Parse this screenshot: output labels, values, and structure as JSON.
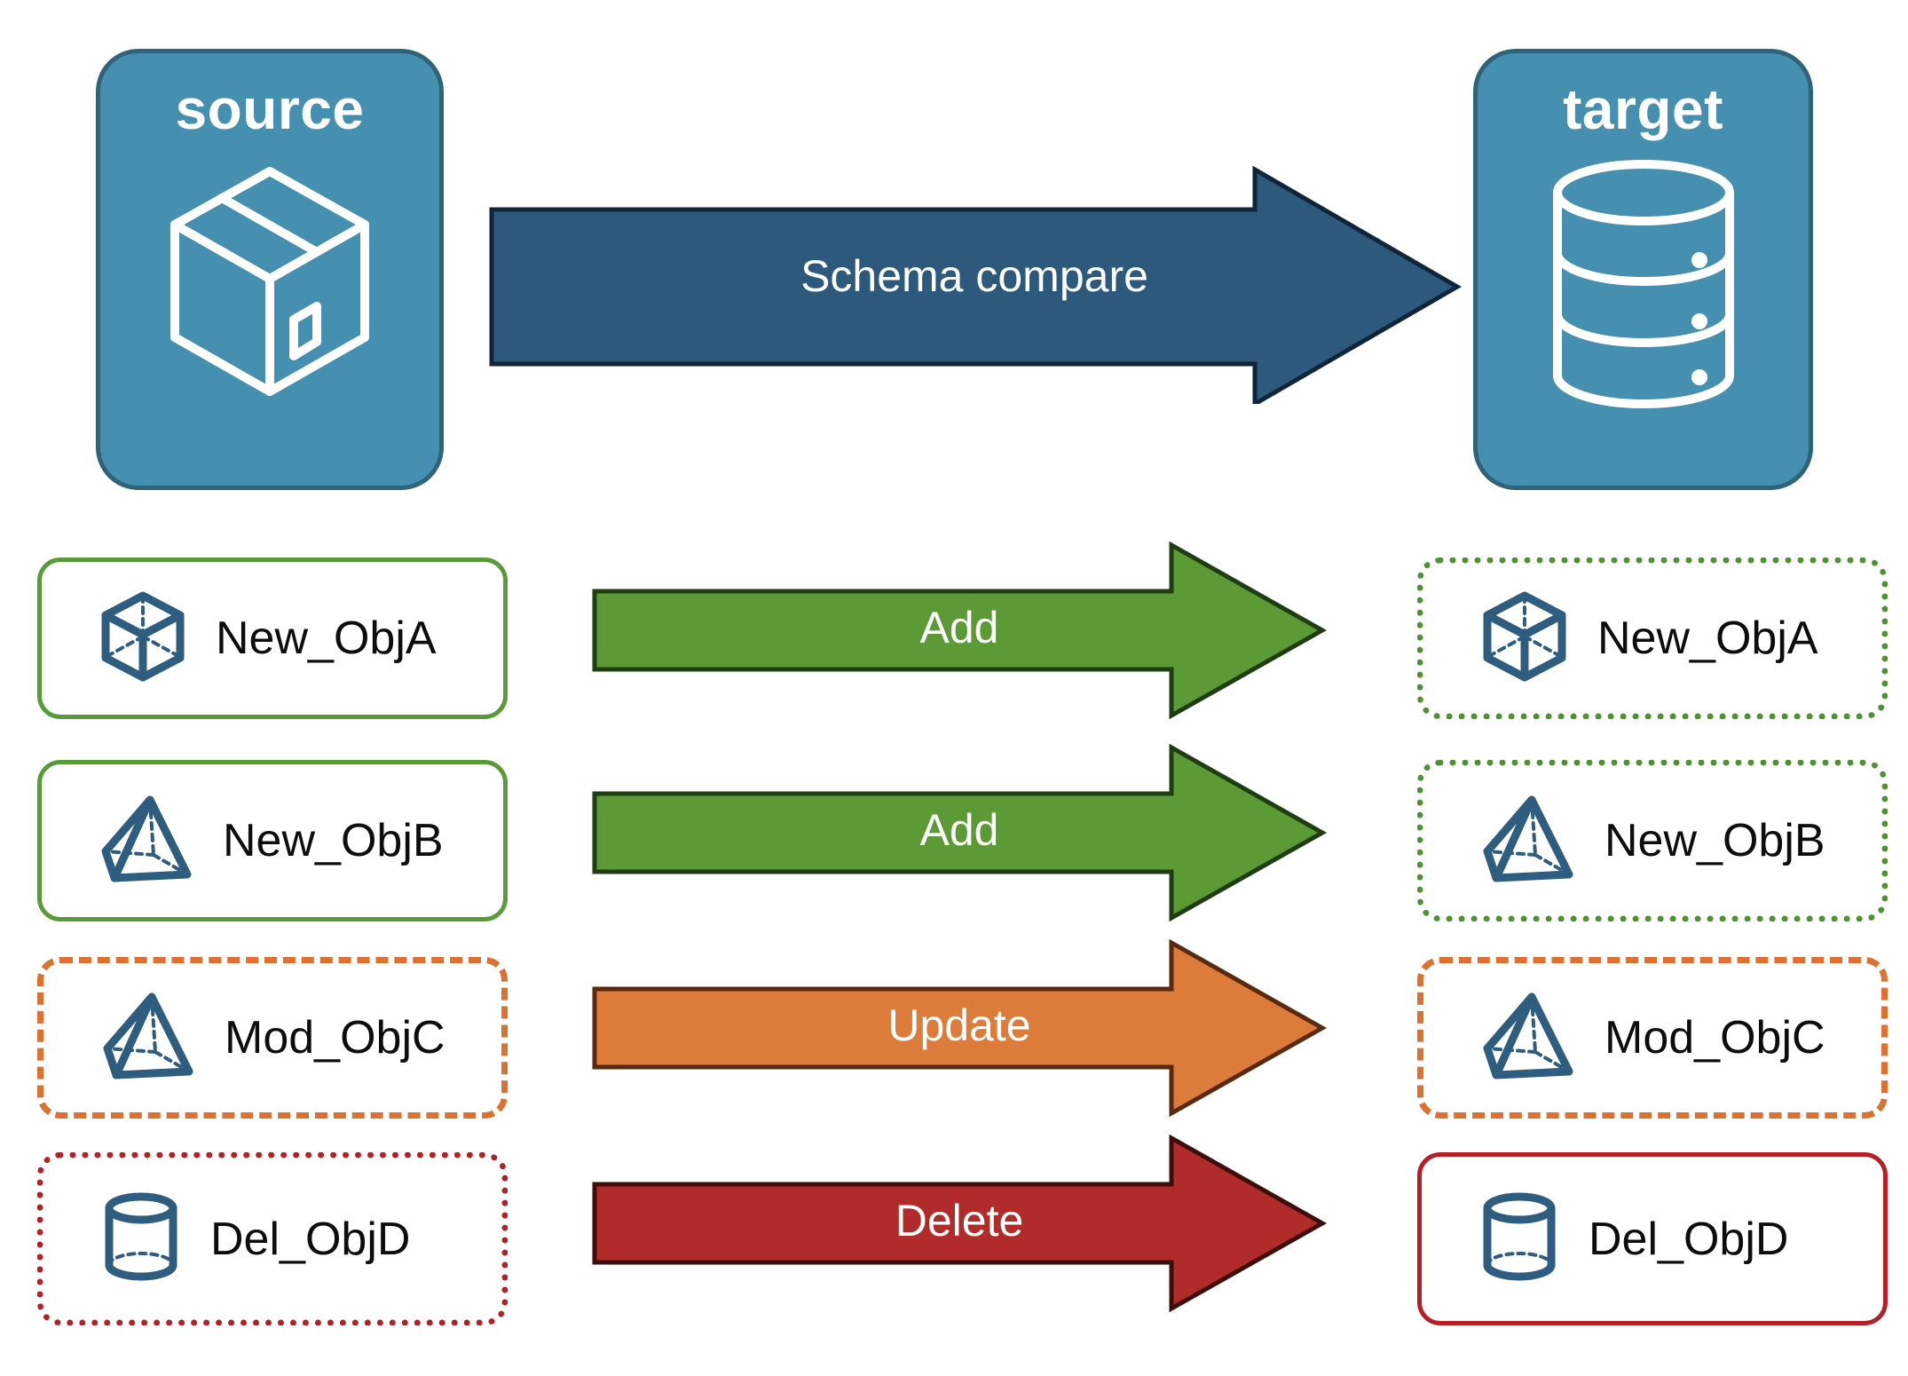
{
  "diagram": {
    "title_hidden": "",
    "endpoints": [
      {
        "id": "source",
        "label": "source",
        "icon": "package-box-icon"
      },
      {
        "id": "target",
        "label": "target",
        "icon": "database-cylinder-icon"
      }
    ],
    "main_arrow": {
      "label": "Schema compare",
      "color": "#2d597d",
      "outline": "#10243a"
    },
    "rows": [
      {
        "action": "Add",
        "arrow_fill": "#5c9a35",
        "arrow_outline": "#1e3d12",
        "source": {
          "label": "New_ObjA",
          "icon": "cube-wireframe-icon",
          "border_style": "solid",
          "border_color": "#5a9a3a"
        },
        "target": {
          "label": "New_ObjA",
          "icon": "cube-wireframe-icon",
          "border_style": "dotted",
          "border_color": "#4e9233"
        }
      },
      {
        "action": "Add",
        "arrow_fill": "#5c9a35",
        "arrow_outline": "#1e3d12",
        "source": {
          "label": "New_ObjB",
          "icon": "pyramid-wireframe-icon",
          "border_style": "solid",
          "border_color": "#5a9a3a"
        },
        "target": {
          "label": "New_ObjB",
          "icon": "pyramid-wireframe-icon",
          "border_style": "dotted",
          "border_color": "#4e9233"
        }
      },
      {
        "action": "Update",
        "arrow_fill": "#dd7b3a",
        "arrow_outline": "#5a2a10",
        "source": {
          "label": "Mod_ObjC",
          "icon": "pyramid-wireframe-icon",
          "border_style": "dashed",
          "border_color": "#dd7230"
        },
        "target": {
          "label": "Mod_ObjC",
          "icon": "pyramid-wireframe-icon",
          "border_style": "dashed",
          "border_color": "#dd7230"
        }
      },
      {
        "action": "Delete",
        "arrow_fill": "#b02b29",
        "arrow_outline": "#3d0e0c",
        "source": {
          "label": "Del_ObjD",
          "icon": "cylinder-wireframe-icon",
          "border_style": "dotted",
          "border_color": "#b42025"
        },
        "target": {
          "label": "Del_ObjD",
          "icon": "cylinder-wireframe-icon",
          "border_style": "solid",
          "border_color": "#b42025"
        }
      }
    ],
    "colors": {
      "panel_fill": "#4590b0",
      "panel_stroke": "#2f6378",
      "shape_icon": "#2e5d80",
      "text": "#0d0d0d",
      "background": "#ffffff"
    }
  }
}
